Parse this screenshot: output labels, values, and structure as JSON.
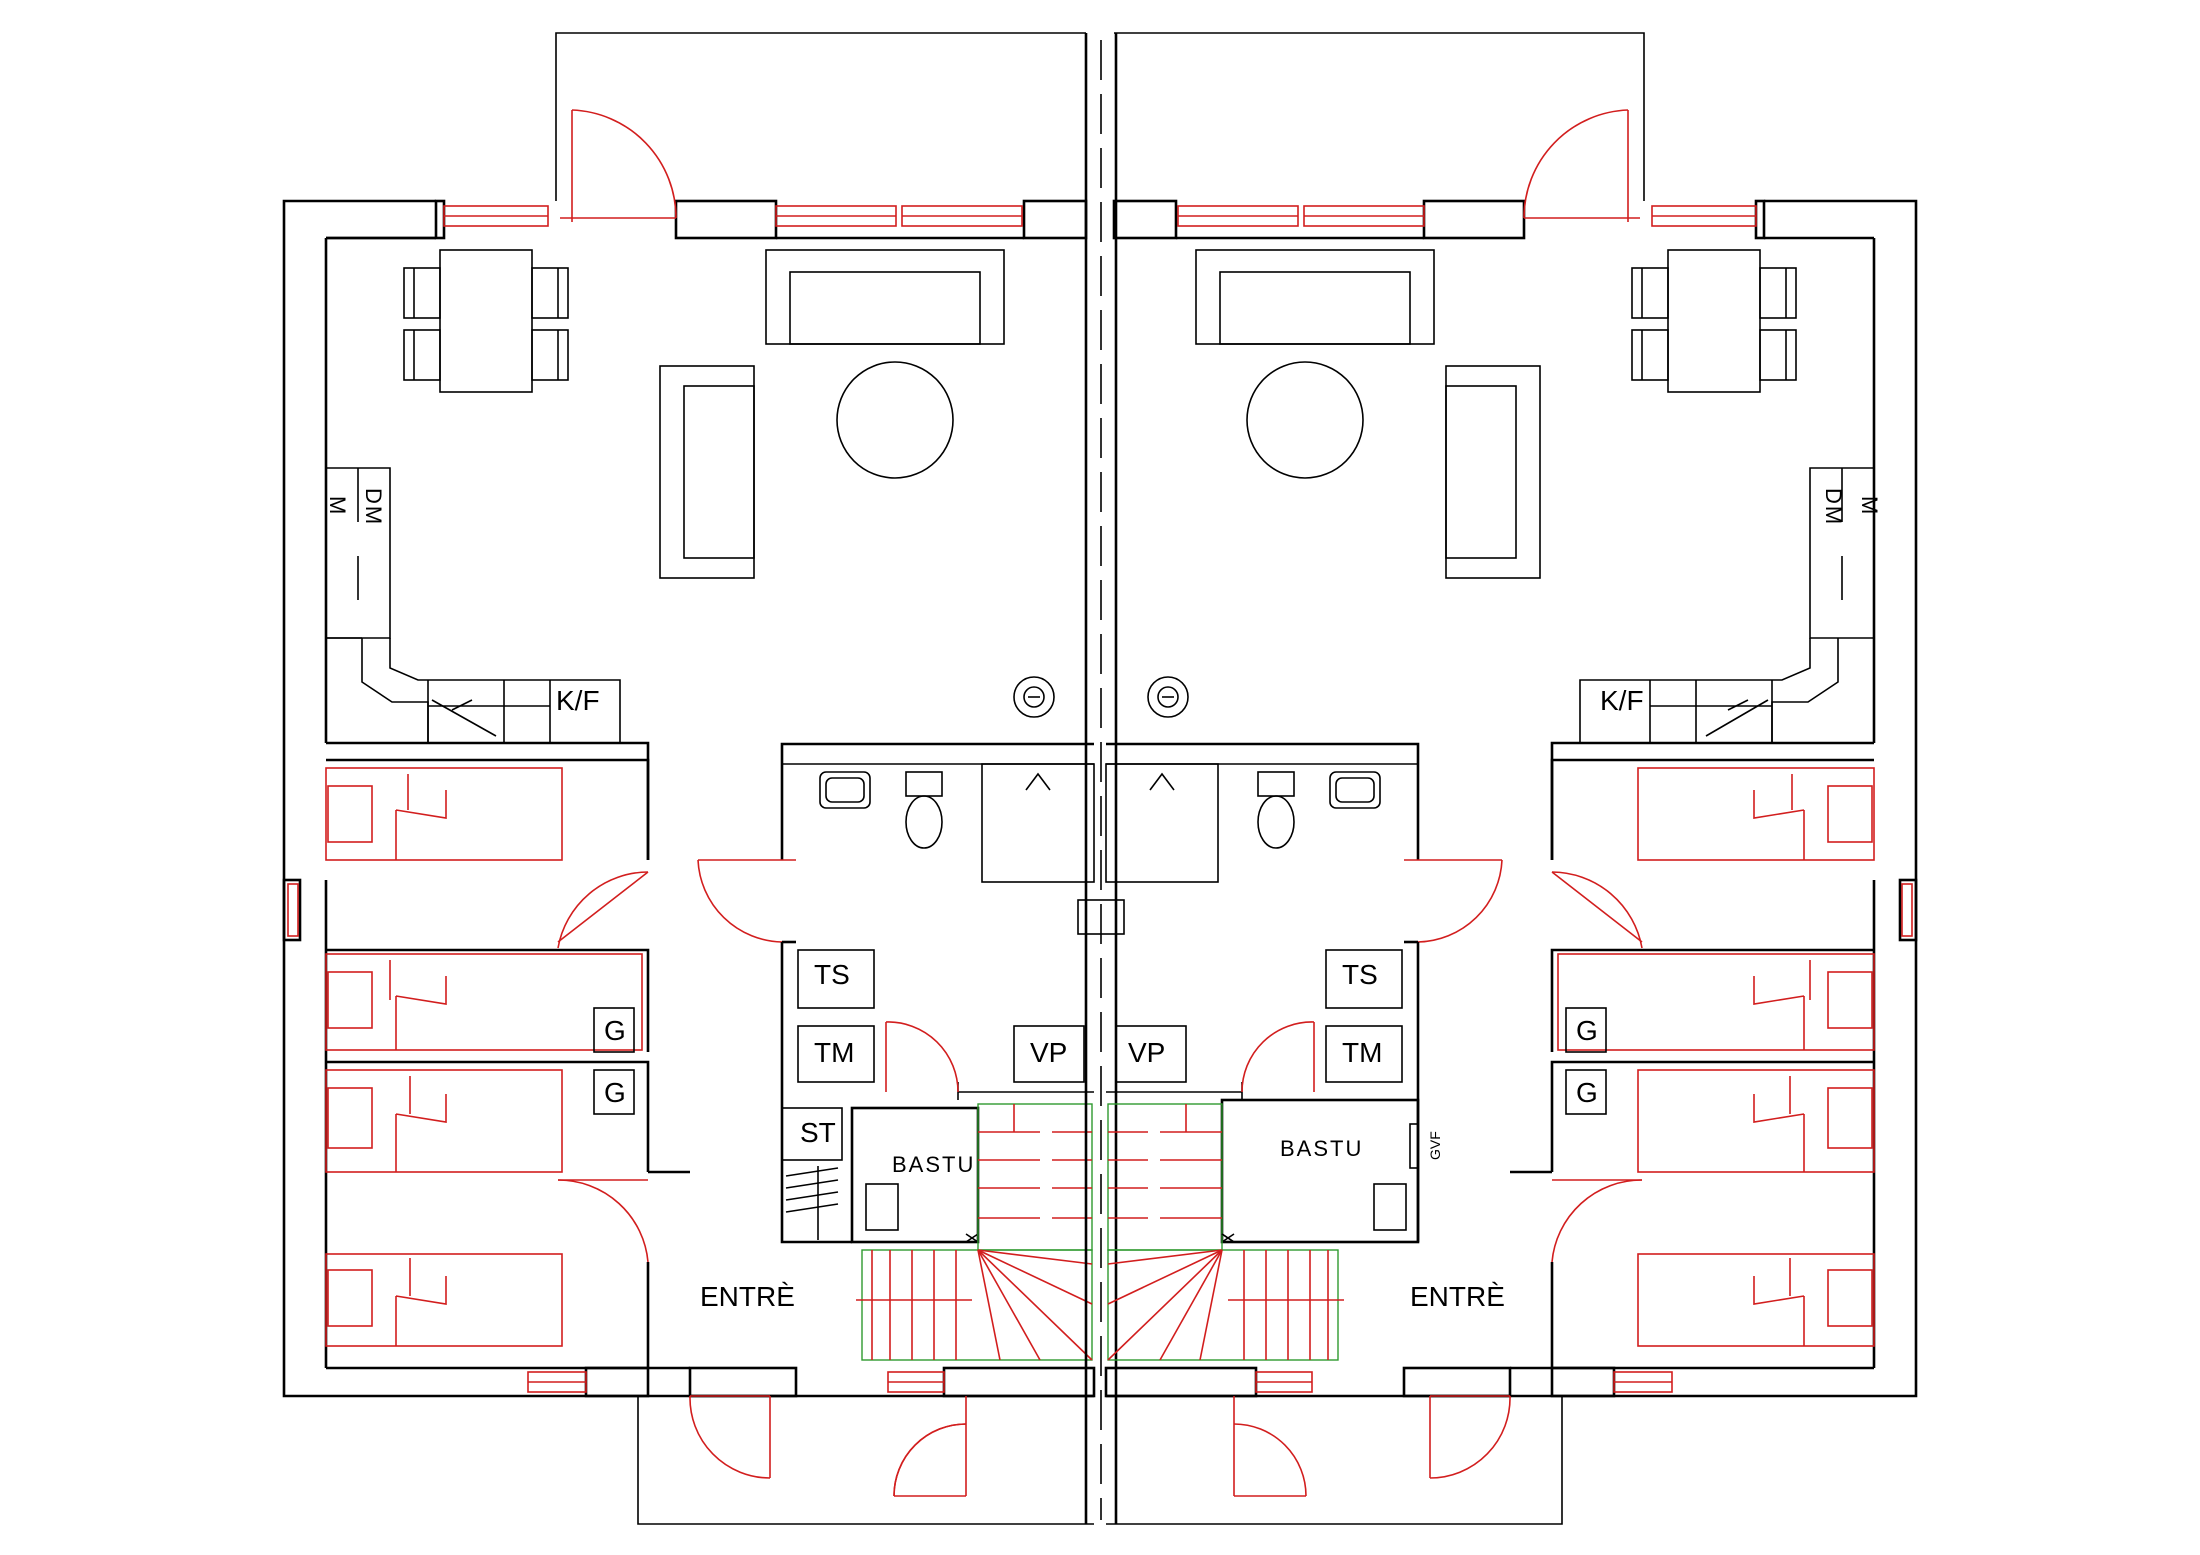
{
  "labels": {
    "left": {
      "entry": "ENTRÈ",
      "sauna": "BASTU",
      "m": "M",
      "dm": "DM",
      "kf": "K/F",
      "ts": "TS",
      "tm": "TM",
      "st": "ST",
      "vp": "VP",
      "g1": "G",
      "g2": "G"
    },
    "right": {
      "entry": "ENTRÈ",
      "sauna": "BASTU",
      "m": "M",
      "dm": "DM",
      "kf": "K/F",
      "ts": "TS",
      "tm": "TM",
      "vp": "VP",
      "g1": "G",
      "g2": "G",
      "gvf": "GVF"
    }
  },
  "colors": {
    "walls": "#000000",
    "doors_windows_beds": "#d21e1e",
    "stairs": "#2f9a2f"
  }
}
